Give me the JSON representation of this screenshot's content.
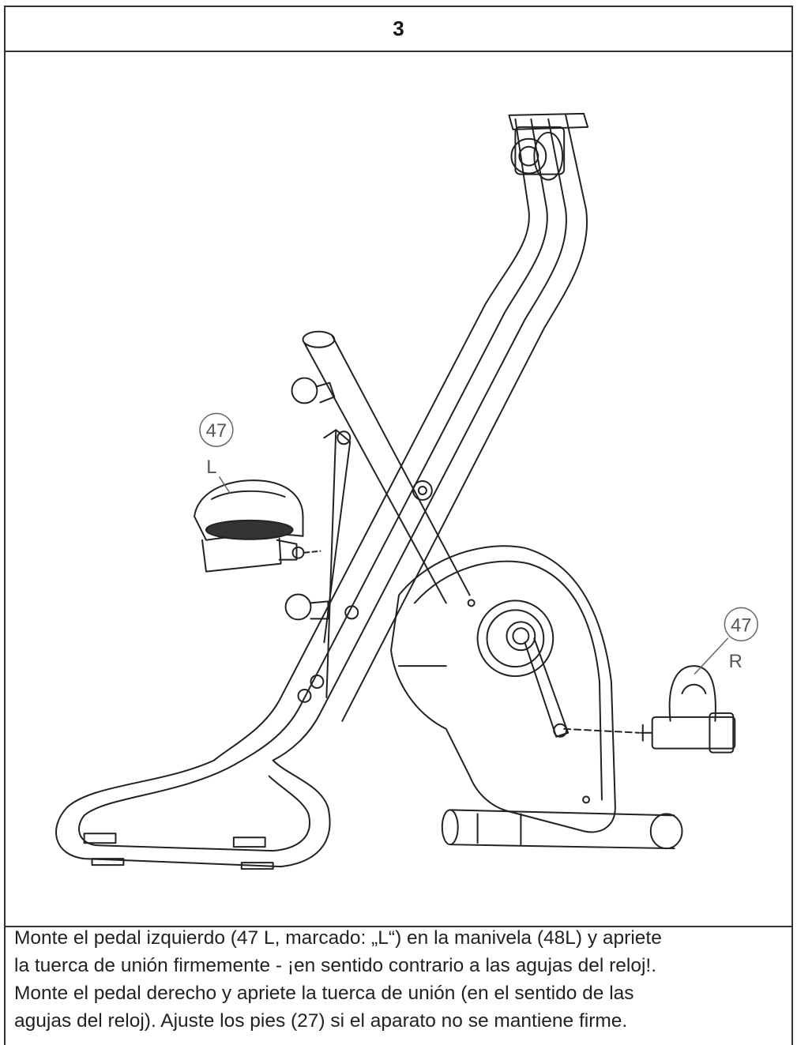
{
  "step": {
    "number": "3"
  },
  "figure": {
    "callouts": [
      {
        "number": "47",
        "side": "L"
      },
      {
        "number": "47",
        "side": "R"
      }
    ]
  },
  "instructions": {
    "lines": [
      "Monte el pedal izquierdo (47 L, marcado: „L“) en la manivela (48L) y apriete",
      "la tuerca de unión firmemente - ¡en sentido contrario a las agujas del reloj!.",
      "Monte el pedal derecho y apriete la tuerca de unión (en el sentido de las",
      "agujas del reloj). Ajuste los pies (27) si el aparato no se mantiene firme."
    ]
  }
}
